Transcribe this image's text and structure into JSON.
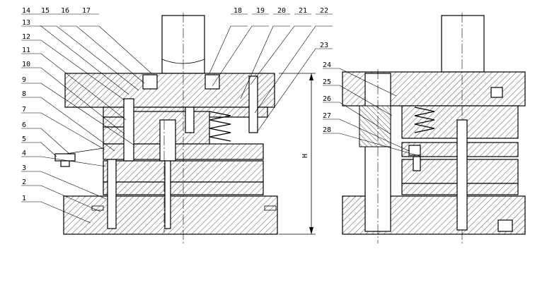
{
  "drawing": {
    "left_view_labels": [
      "1",
      "2",
      "3",
      "4",
      "5",
      "6",
      "7",
      "8",
      "9",
      "10",
      "11",
      "12",
      "13",
      "14",
      "15",
      "16",
      "17",
      "18",
      "19",
      "20",
      "21",
      "22",
      "23"
    ],
    "right_view_labels": [
      "24",
      "25",
      "26",
      "27",
      "28"
    ],
    "dimension_label": "H"
  }
}
